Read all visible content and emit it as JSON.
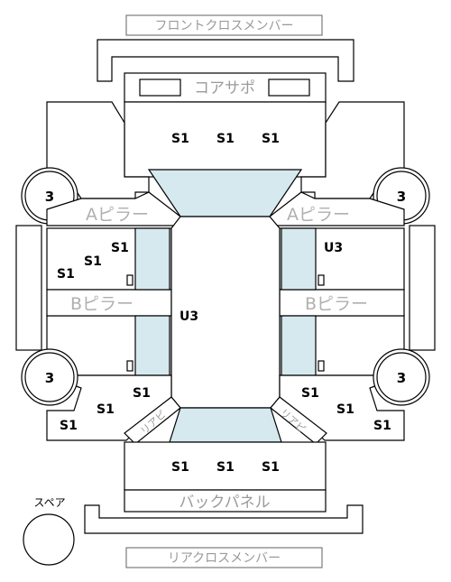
{
  "labels": {
    "front_cross_member": "フロントクロスメンバー",
    "core_support": "コアサポ",
    "a_pillar_left": "Aピラー",
    "a_pillar_right": "Aピラー",
    "b_pillar_left": "Bピラー",
    "b_pillar_right": "Bピラー",
    "back_panel": "バックパネル",
    "rear_cross_member": "リアクロスメンバー",
    "spare": "スペア",
    "rear_pillar_left": "リアピ",
    "rear_pillar_right": "リアピ"
  },
  "wheels": {
    "front_left": "3",
    "front_right": "3",
    "rear_left": "3",
    "rear_right": "3"
  },
  "codes": {
    "front_1": "S1",
    "front_2": "S1",
    "front_3": "S1",
    "left_front_door_a": "S1",
    "left_front_door_b": "S1",
    "left_front_door_c": "S1",
    "right_front_door": "U3",
    "roof": "U3",
    "left_rear_quarter_a": "S1",
    "left_rear_quarter_b": "S1",
    "left_rear_quarter_c": "S1",
    "right_rear_quarter_a": "S1",
    "right_rear_quarter_b": "S1",
    "right_rear_quarter_c": "S1",
    "rear_1": "S1",
    "rear_2": "S1",
    "rear_3": "S1"
  }
}
